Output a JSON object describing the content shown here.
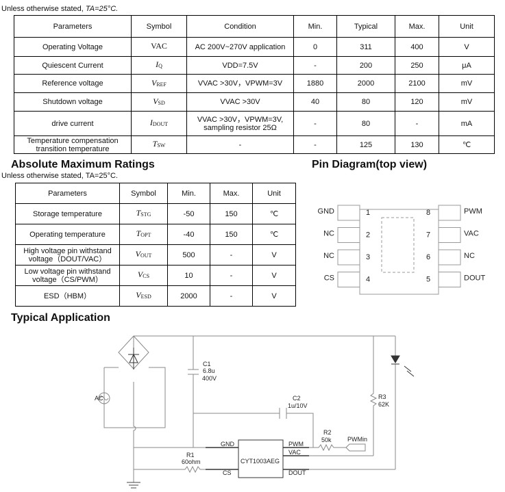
{
  "elec": {
    "note_prefix": "Unless otherwise stated, ",
    "note_ta": "TA=25°C.",
    "headers": [
      "Parameters",
      "Symbol",
      "Condition",
      "Min.",
      "Typical",
      "Max.",
      "Unit"
    ],
    "rows": [
      {
        "param": "Operating Voltage",
        "sym": "VAC",
        "sub": "",
        "cond": "AC 200V~270V application",
        "min": "0",
        "typ": "311",
        "max": "400",
        "unit": "V"
      },
      {
        "param": "Quiescent Current",
        "sym": "I",
        "sub": "Q",
        "cond": "VDD=7.5V",
        "min": "-",
        "typ": "200",
        "max": "250",
        "unit": "μA"
      },
      {
        "param": "Reference voltage",
        "sym": "V",
        "sub": "REF",
        "cond": "VVAC >30V，VPWM=3V",
        "min": "1880",
        "typ": "2000",
        "max": "2100",
        "unit": "mV"
      },
      {
        "param": "Shutdown voltage",
        "sym": "V",
        "sub": "SD",
        "cond": "VVAC >30V",
        "min": "40",
        "typ": "80",
        "max": "120",
        "unit": "mV"
      },
      {
        "param": "drive current",
        "sym": "I",
        "sub": "DOUT",
        "cond": "VVAC >30V，VPWM=3V, sampling resistor 25Ω",
        "min": "-",
        "typ": "80",
        "max": "-",
        "unit": "mA"
      },
      {
        "param": "Temperature compensation transition temperature",
        "sym": "T",
        "sub": "SW",
        "cond": "-",
        "min": "-",
        "typ": "125",
        "max": "130",
        "unit": "℃"
      }
    ]
  },
  "abs": {
    "title": "Absolute Maximum Ratings",
    "note": "Unless otherwise stated, TA=25°C.",
    "headers": [
      "Parameters",
      "Symbol",
      "Min.",
      "Max.",
      "Unit"
    ],
    "rows": [
      {
        "param": "Storage temperature",
        "sym": "T",
        "sub": "STG",
        "min": "-50",
        "max": "150",
        "unit": "℃"
      },
      {
        "param": "Operating temperature",
        "sym": "T",
        "sub": "OPT",
        "min": "-40",
        "max": "150",
        "unit": "℃"
      },
      {
        "param": "High voltage pin withstand voltage（DOUT/VAC）",
        "sym": "V",
        "sub": "OUT",
        "min": "500",
        "max": "-",
        "unit": "V"
      },
      {
        "param": "Low voltage pin withstand voltage（CS/PWM）",
        "sym": "V",
        "sub": "CS",
        "min": "10",
        "max": "-",
        "unit": "V"
      },
      {
        "param": "ESD（HBM）",
        "sym": "V",
        "sub": "ESD",
        "min": "2000",
        "max": "-",
        "unit": "V"
      }
    ]
  },
  "pin": {
    "title": "Pin Diagram(top view)",
    "left": [
      {
        "name": "GND",
        "num": "1"
      },
      {
        "name": "NC",
        "num": "2"
      },
      {
        "name": "NC",
        "num": "3"
      },
      {
        "name": "CS",
        "num": "4"
      }
    ],
    "right": [
      {
        "name": "PWM",
        "num": "8"
      },
      {
        "name": "VAC",
        "num": "7"
      },
      {
        "name": "NC",
        "num": "6"
      },
      {
        "name": "DOUT",
        "num": "5"
      }
    ]
  },
  "app": {
    "title": "Typical Application",
    "ac": "AC",
    "c1": "C1",
    "c1v": "6.8u",
    "c1r": "400V",
    "c2": "C2",
    "c2v": "1u/10V",
    "r1": "R1",
    "r1v": "60ohm",
    "r2": "R2",
    "r2v": "50k",
    "r3": "R3",
    "r3v": "62K",
    "pwmin": "PWMin",
    "ic": "CYT1003AEG",
    "gnd": "GND",
    "cs": "CS",
    "pwm": "PWM",
    "vac": "VAC",
    "dout": "DOUT"
  }
}
